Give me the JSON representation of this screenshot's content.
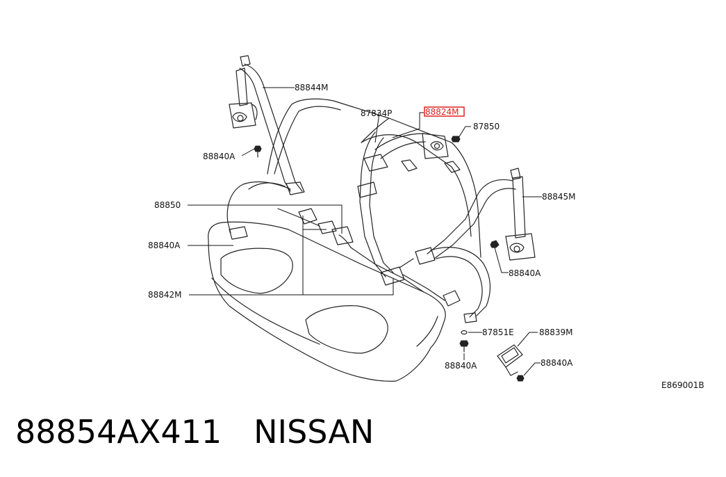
{
  "callouts": {
    "c88844M": "88844M",
    "c88840A_tl": "88840A",
    "c87834P": "87834P",
    "c88824M": "88824M",
    "c87850": "87850",
    "c88845M": "88845M",
    "c88850": "88850",
    "c88840A_ml": "88840A",
    "c88840A_r": "88840A",
    "c88842M": "88842M",
    "c87851E": "87851E",
    "c88839M": "88839M",
    "c88840A_b": "88840A",
    "c88840A_br": "88840A"
  },
  "diagram_code": "E869001B",
  "part_number": "88854AX411",
  "brand": "NISSAN",
  "highlight_color": "#e02020"
}
